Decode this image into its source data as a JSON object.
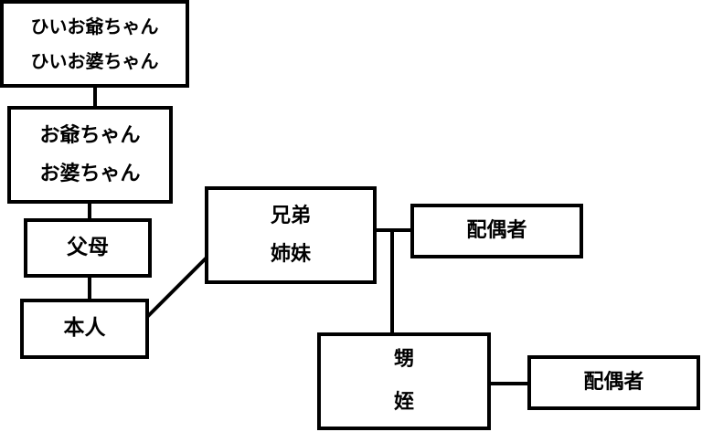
{
  "nodes": {
    "great_grandparents": [
      "ひいお爺ちゃん",
      "ひいお婆ちゃん"
    ],
    "grandparents": [
      "お爺ちゃん",
      "お婆ちゃん"
    ],
    "parents": "父母",
    "self": "本人",
    "siblings": [
      "兄弟",
      "姉妹"
    ],
    "sibling_spouse": "配偶者",
    "nephew_niece": [
      "甥",
      "姪"
    ],
    "nephew_niece_spouse": "配偶者"
  }
}
